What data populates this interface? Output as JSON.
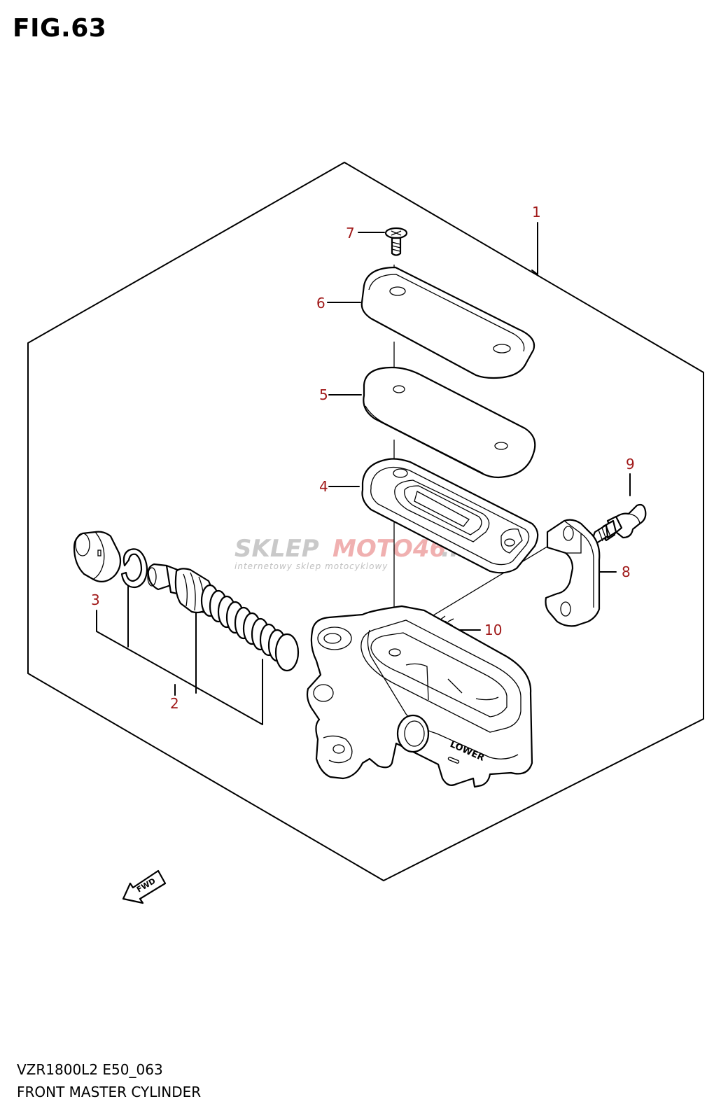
{
  "figure": {
    "title": "FIG.63",
    "code": "VZR1800L2 E50_063",
    "name": "FRONT MASTER CYLINDER"
  },
  "callouts": [
    "1",
    "2",
    "3",
    "4",
    "5",
    "6",
    "7",
    "8",
    "9",
    "10"
  ],
  "part_markings": {
    "body_label": "LOWER",
    "direction_label": "FWD"
  },
  "watermark": {
    "brand_a": "SKLEP",
    "brand_b": "MOTO46",
    "brand_c": ".PL",
    "tagline": "internetowy sklep motocyklowy"
  },
  "colors": {
    "callout": "#a01818",
    "line": "#000000",
    "watermark_gray": "#c9c9c9",
    "watermark_red": "#f0b0b0"
  }
}
